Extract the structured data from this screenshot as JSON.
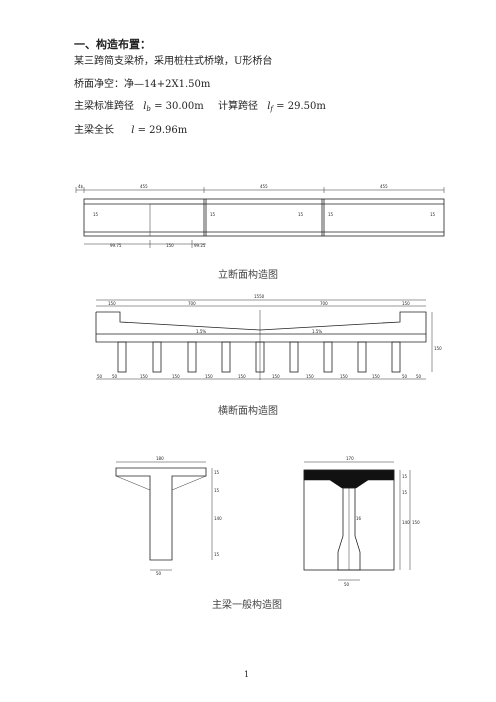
{
  "section": {
    "title": "一、构造布置："
  },
  "text": {
    "line1": "某三跨简支梁桥，采用桩柱式桥墩，U形桥台",
    "line2": "桥面净空：净—14+2X1.50m",
    "span_label": "主梁标准跨径",
    "span_var": "l",
    "span_sub": "b",
    "span_value": "= 30.00m",
    "calc_label": "计算跨径",
    "calc_var": "l",
    "calc_sub": "f",
    "calc_value": "= 29.50m",
    "total_label": "主梁全长",
    "total_var": "l",
    "total_value": "= 29.96m"
  },
  "captions": {
    "elevation": "立断面构造图",
    "cross": "横断面构造图",
    "girder": "主梁一般构造图"
  },
  "elevation_labels": {
    "top_dims": [
      "4$",
      "455",
      "455",
      "455"
    ],
    "section_marks": [
      "15",
      "15",
      "15",
      "15",
      "15"
    ],
    "bottom_dims": [
      "99.75",
      "150",
      "99.25"
    ]
  },
  "cross_labels": {
    "top_total": "1550",
    "top_parts": [
      "150",
      "700",
      "700",
      "150"
    ],
    "slopes": [
      "1.5%",
      "1.5%"
    ],
    "right_dim": "150",
    "bottom_dims": [
      "50",
      "50",
      "150",
      "150",
      "150",
      "150",
      "150",
      "150",
      "150",
      "150",
      "50",
      "50"
    ]
  },
  "girder_labels": {
    "left_top": "180",
    "left_side": [
      "15",
      "15",
      "140",
      "15"
    ],
    "left_bottom": "50",
    "right_top": "170",
    "right_side": [
      "15",
      "15",
      "140",
      "150"
    ],
    "right_inner": "16",
    "right_bottom": "50"
  },
  "page": {
    "number": "1"
  }
}
